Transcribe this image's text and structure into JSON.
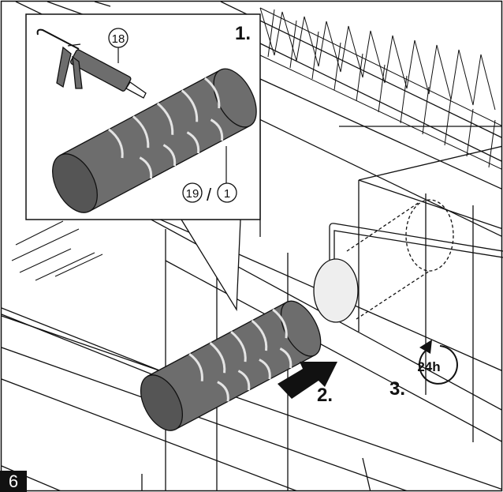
{
  "figure": {
    "number": "6",
    "steps": [
      "1.",
      "2.",
      "3."
    ],
    "callouts": {
      "cartridge": "18",
      "anchor_a": "19",
      "separator": "/",
      "anchor_b": "1"
    },
    "timer": "24h"
  },
  "colors": {
    "line": "#111111",
    "anchor_body": "#6d6d6d",
    "anchor_shadow": "#555555",
    "groove": "#e4e4e4",
    "pad": "#eeeeee",
    "arrow": "#111111"
  },
  "icons": [
    "caulking-gun-icon",
    "rotate-arrow-icon",
    "push-arrow-icon"
  ]
}
